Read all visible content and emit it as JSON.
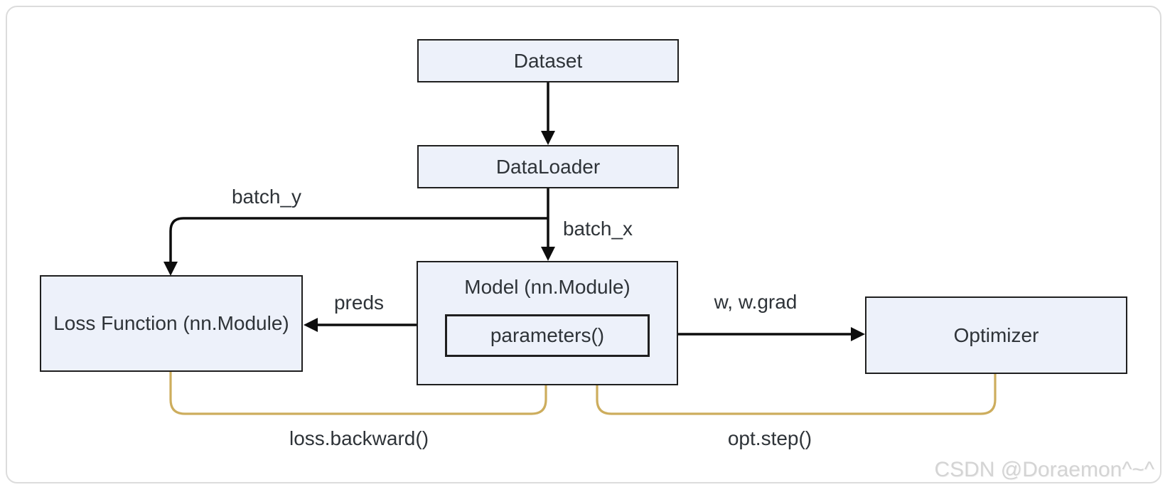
{
  "page": {
    "watermark": "CSDN @Doraemon^~^"
  },
  "nodes": {
    "dataset": {
      "label": "Dataset"
    },
    "dataloader": {
      "label": "DataLoader"
    },
    "model": {
      "label": "Model (nn.Module)"
    },
    "parameters": {
      "label": "parameters()"
    },
    "loss": {
      "label": "Loss Function (nn.Module)"
    },
    "optimizer": {
      "label": "Optimizer"
    }
  },
  "edge_labels": {
    "batch_y": "batch_y",
    "batch_x": "batch_x",
    "preds": "preds",
    "w_grad": "w, w.grad",
    "loss_backward": "loss.backward()",
    "opt_step": "opt.step()"
  },
  "colors": {
    "node_fill": "#edf1fa",
    "node_border": "#1f1f1f",
    "edge_black": "#0d0d0d",
    "edge_gold": "#cdad5d",
    "text": "#2e3338",
    "watermark": "#d4d4d4",
    "frame_border": "#dcdcdc"
  }
}
